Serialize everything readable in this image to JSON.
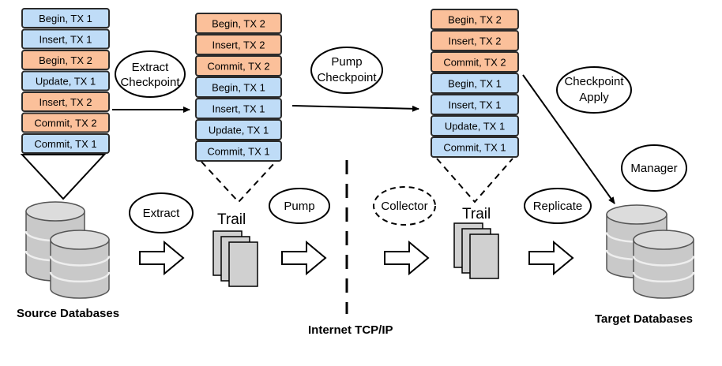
{
  "colors": {
    "blue": "#bfdcf7",
    "orange": "#fbc09a",
    "stroke": "#2b2b2b"
  },
  "source_stack": [
    {
      "label": "Begin, TX 1",
      "type": "blue"
    },
    {
      "label": "Insert, TX 1",
      "type": "blue"
    },
    {
      "label": "Begin, TX 2",
      "type": "orange"
    },
    {
      "label": "Update, TX 1",
      "type": "blue"
    },
    {
      "label": "Insert, TX 2",
      "type": "orange"
    },
    {
      "label": "Commit, TX 2",
      "type": "orange"
    },
    {
      "label": "Commit, TX 1",
      "type": "blue"
    }
  ],
  "trail1_stack": [
    {
      "label": "Begin, TX 2",
      "type": "orange"
    },
    {
      "label": "Insert, TX 2",
      "type": "orange"
    },
    {
      "label": "Commit, TX 2",
      "type": "orange"
    },
    {
      "label": "Begin, TX 1",
      "type": "blue"
    },
    {
      "label": "Insert, TX 1",
      "type": "blue"
    },
    {
      "label": "Update, TX 1",
      "type": "blue"
    },
    {
      "label": "Commit, TX 1",
      "type": "blue"
    }
  ],
  "trail2_stack": [
    {
      "label": "Begin, TX 2",
      "type": "orange"
    },
    {
      "label": "Insert, TX 2",
      "type": "orange"
    },
    {
      "label": "Commit, TX 2",
      "type": "orange"
    },
    {
      "label": "Begin, TX 1",
      "type": "blue"
    },
    {
      "label": "Insert, TX 1",
      "type": "blue"
    },
    {
      "label": "Update, TX 1",
      "type": "blue"
    },
    {
      "label": "Commit, TX 1",
      "type": "blue"
    }
  ],
  "ellipses": {
    "extract_checkpoint": [
      "Extract",
      "Checkpoint"
    ],
    "pump_checkpoint": [
      "Pump",
      "Checkpoint"
    ],
    "checkpoint_apply": [
      "Checkpoint",
      "Apply"
    ],
    "manager": "Manager",
    "extract": "Extract",
    "pump": "Pump",
    "collector": "Collector",
    "replicate": "Replicate"
  },
  "labels": {
    "trail1": "Trail",
    "trail2": "Trail",
    "source_databases": "Source Databases",
    "target_databases": "Target Databases",
    "internet": "Internet TCP/IP"
  }
}
